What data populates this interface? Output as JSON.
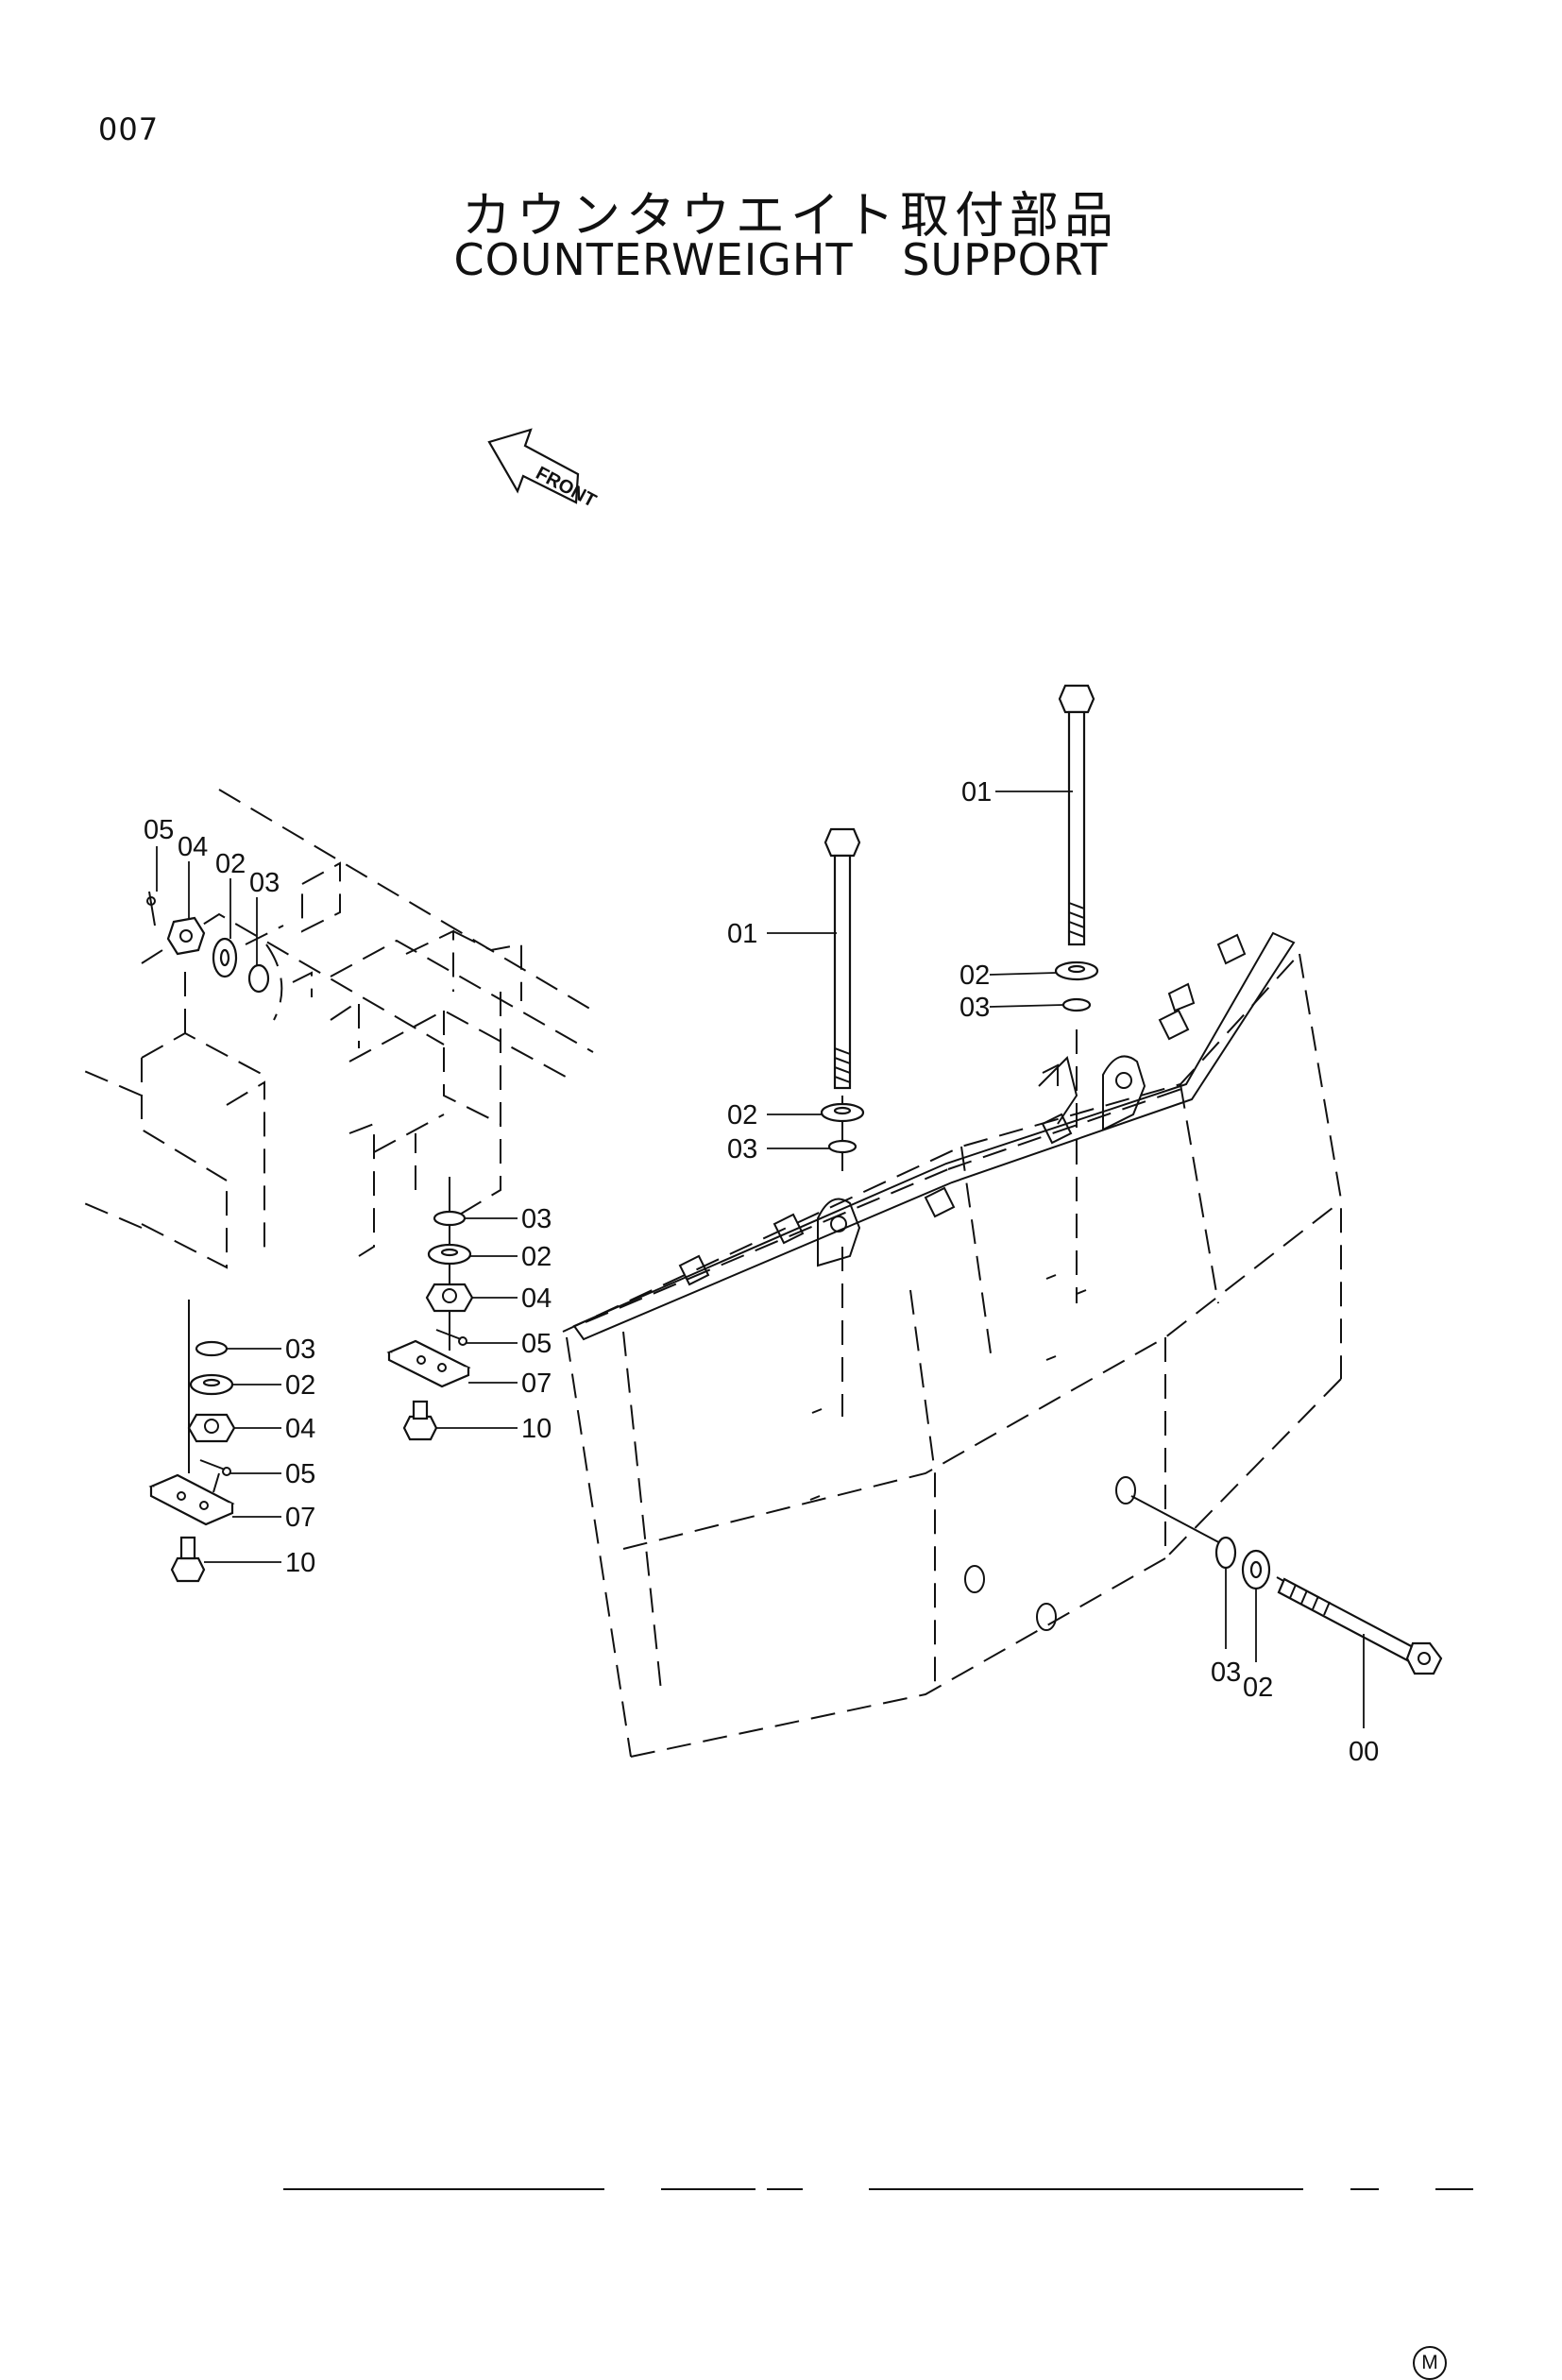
{
  "page_number": "007",
  "title_jp": "カウンタウエイト取付部品",
  "title_en": "COUNTERWEIGHT SUPPORT",
  "front_arrow_label": "FRONT",
  "m_mark": "M",
  "callouts": {
    "bolt_long_a": "01",
    "bolt_long_b": "01",
    "washer_b_02": "02",
    "washer_b_03": "03",
    "washer_a_02": "02",
    "washer_a_03": "03",
    "left_top_05": "05",
    "left_top_04": "04",
    "left_top_02": "02",
    "left_top_03": "03",
    "mid_03": "03",
    "mid_02": "02",
    "mid_04": "04",
    "mid_05": "05",
    "mid_07": "07",
    "mid_10": "10",
    "low_03": "03",
    "low_02": "02",
    "low_04": "04",
    "low_05": "05",
    "low_07": "07",
    "low_10": "10",
    "rear_03": "03",
    "rear_02": "02",
    "rear_00": "00"
  }
}
